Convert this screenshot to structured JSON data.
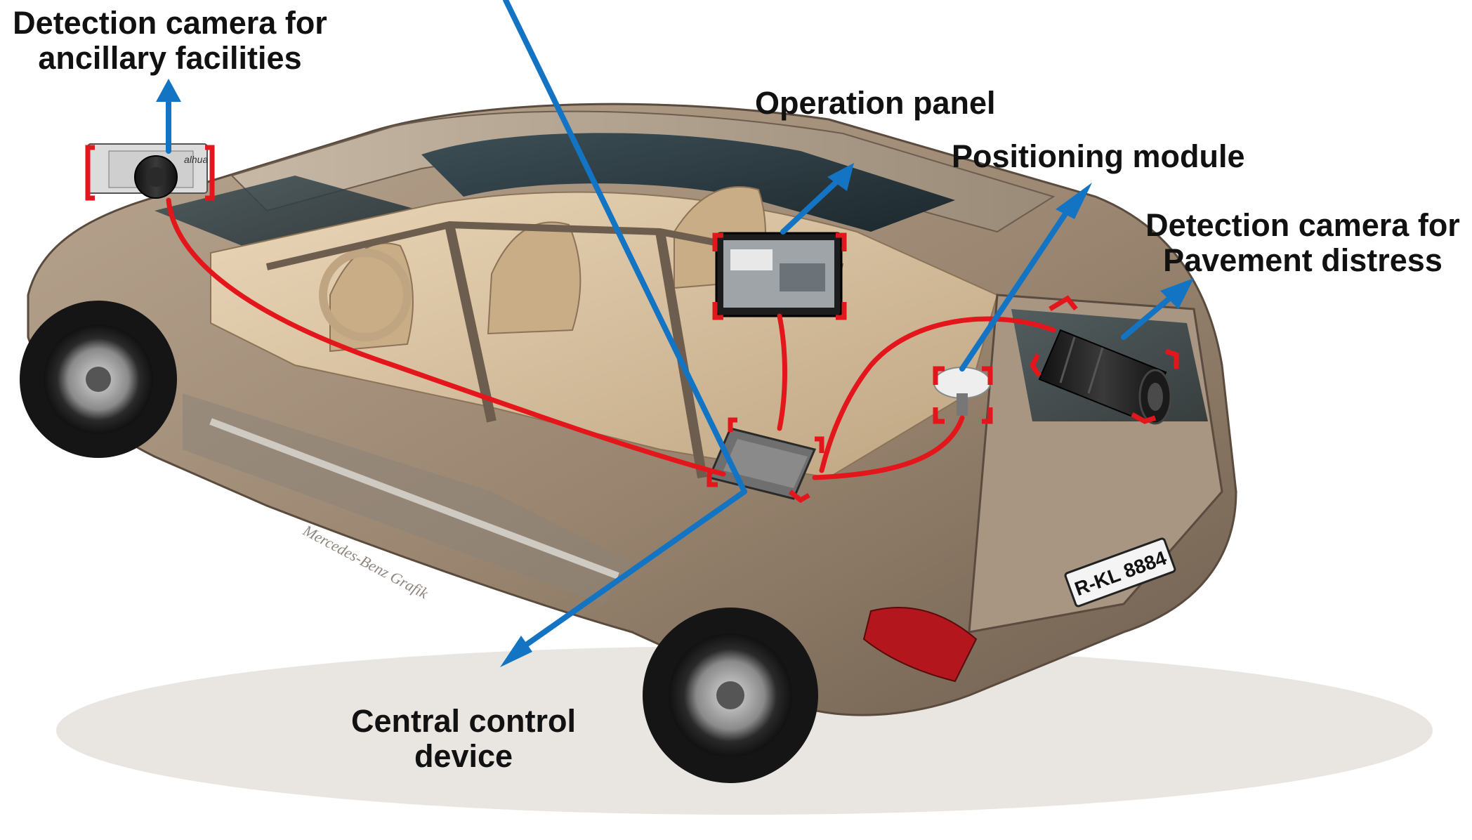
{
  "labels": {
    "ancillary_camera": {
      "line1": "Detection camera for",
      "line2": "ancillary facilities"
    },
    "operation_panel": "Operation panel",
    "positioning_module": "Positioning module",
    "pavement_camera": {
      "line1": "Detection camera for",
      "line2": "Pavement distress"
    },
    "central_control": {
      "line1": "Central control",
      "line2": "device"
    }
  },
  "camera_brand": "alhua",
  "license_plate": "R-KL 8884",
  "watermark": "Mercedes-Benz Grafik",
  "colors": {
    "arrow": "#1474c4",
    "cable": "#e3161c",
    "bracket": "#e3161c",
    "car_body": "#a08c78",
    "interior": "#d9c2a0",
    "glass": "#2a3a40"
  }
}
